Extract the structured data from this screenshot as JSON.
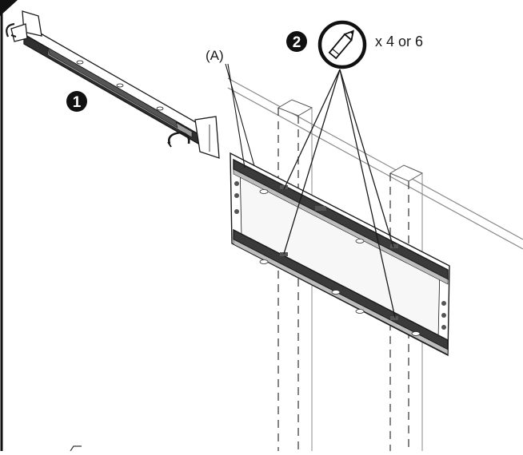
{
  "labels": {
    "part_a": "(A)",
    "step_1": "1",
    "step_2": "2",
    "quantity": "x 4 or 6"
  },
  "icons": {
    "step_badge": "black-circle-number",
    "marking_tool": "pencil-icon"
  },
  "colors": {
    "line": "#1a1a1a",
    "background": "#ffffff",
    "badge_fill": "#111111",
    "badge_text": "#ffffff"
  }
}
